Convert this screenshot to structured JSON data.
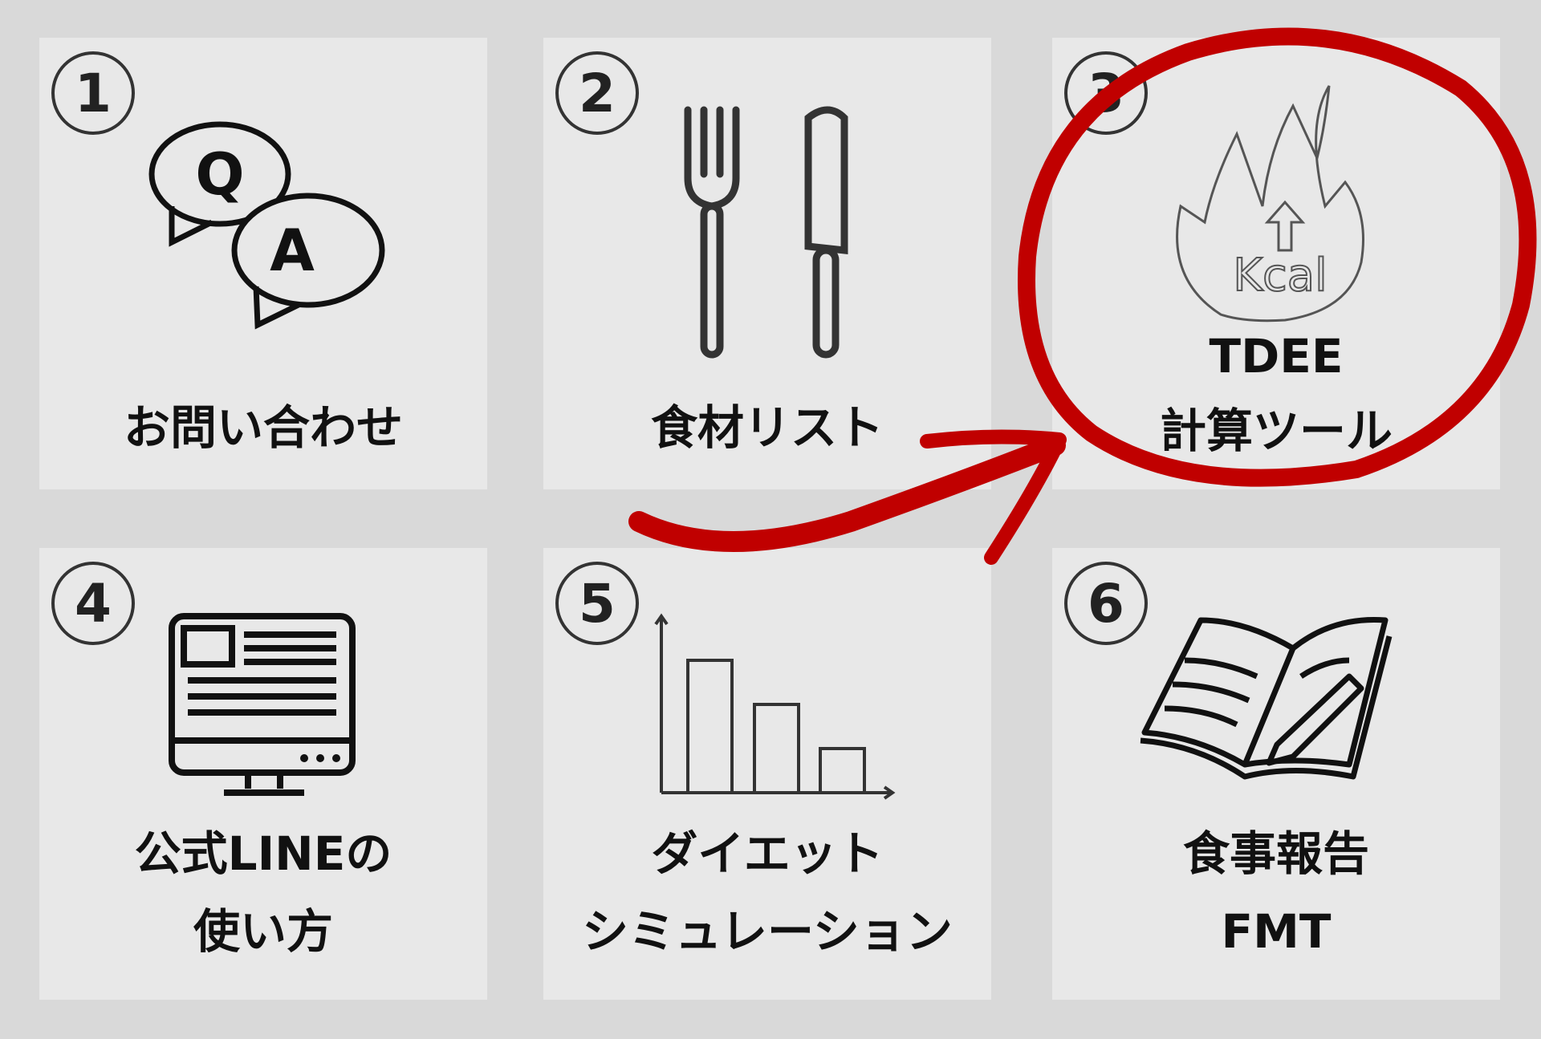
{
  "tiles": [
    {
      "number": "1",
      "label": [
        "お問い合わせ"
      ],
      "icon": "qa-speech-bubbles-icon"
    },
    {
      "number": "2",
      "label": [
        "食材リスト"
      ],
      "icon": "fork-knife-icon"
    },
    {
      "number": "3",
      "label": [
        "TDEE",
        "計算ツール"
      ],
      "icon": "kcal-flame-icon",
      "icon_text": "Kcal",
      "highlighted": true
    },
    {
      "number": "4",
      "label": [
        "公式LINEの",
        "使い方"
      ],
      "icon": "computer-monitor-icon"
    },
    {
      "number": "5",
      "label": [
        "ダイエット",
        "シミュレーション"
      ],
      "icon": "bar-chart-icon"
    },
    {
      "number": "6",
      "label": [
        "食事報告",
        "FMT"
      ],
      "icon": "notebook-pencil-icon"
    }
  ],
  "colors": {
    "background": "#d9d9d9",
    "tile": "#e8e8e8",
    "highlight": "#c00000",
    "text": "#111111"
  }
}
